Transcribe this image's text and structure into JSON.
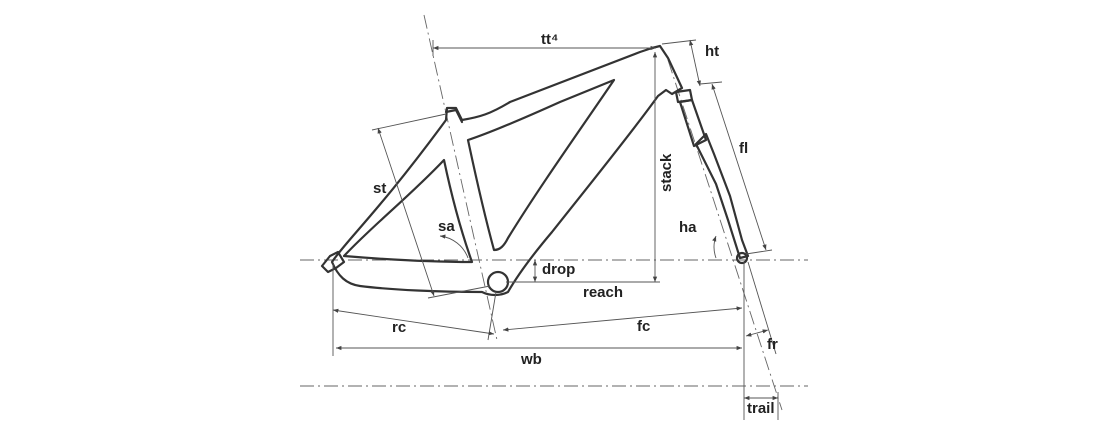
{
  "labels": {
    "tt": "tt⁴",
    "ht": "ht",
    "st": "st",
    "stack": "stack",
    "fl": "fl",
    "sa": "sa",
    "ha": "ha",
    "drop": "drop",
    "reach": "reach",
    "rc": "rc",
    "fc": "fc",
    "wb": "wb",
    "fr": "fr",
    "trail": "trail"
  },
  "colors": {
    "line": "#333333",
    "background": "#ffffff"
  }
}
